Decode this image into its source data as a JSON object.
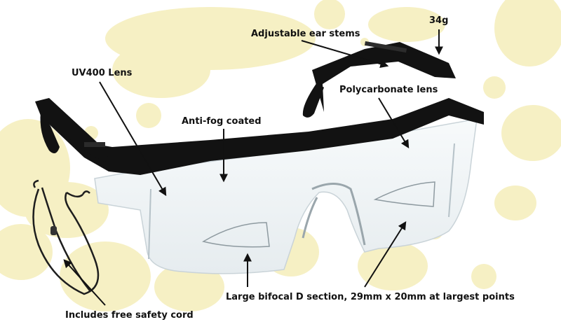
{
  "annotations": {
    "weight": "34g",
    "ear_stems": "Adjustable ear stems",
    "uv_lens": "UV400 Lens",
    "polycarbonate": "Polycarbonate lens",
    "anti_fog": "Anti-fog coated",
    "bifocal": "Large bifocal D section, 29mm x 20mm at largest points",
    "cord": "Includes free safety cord"
  },
  "colors": {
    "background": "#ffffff",
    "splatter": "#f6f0c4",
    "frame": "#121212",
    "lens_tint": "#eef3f5",
    "text": "#111111"
  },
  "product": "safety-glasses-with-bifocal-lens"
}
